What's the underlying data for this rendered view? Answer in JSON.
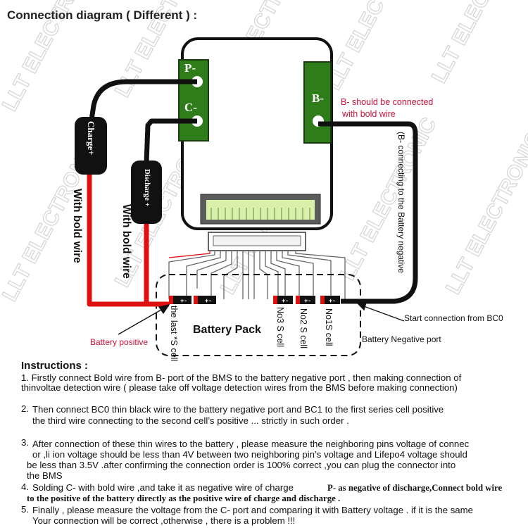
{
  "title": "Connection diagram ( Different ) :",
  "watermark": "LLT ELECTRONIC",
  "bms": {
    "pin_p": "P-",
    "pin_c": "C-",
    "pin_b": "B-"
  },
  "labels": {
    "b_note_line1": "B- should be connected",
    "b_note_line2": "with bold wire",
    "b_connect_vertical": "(B- connecting to the Battery negative",
    "charge_fuse": "Charge+",
    "discharge_fuse": "Discharge +",
    "bold_wire_1": "With bold wire",
    "bold_wire_2": "With bold wire",
    "battery_pack": "Battery Pack",
    "battery_positive": "Battery positive",
    "battery_negative_port": "Battery Negative port",
    "start_connection": "Start connection from BC0",
    "cell_last": "the last *S cell",
    "cell_no3": "No3 S cell",
    "cell_no2": "No2 S cell",
    "cell_no1": "No1S cell",
    "plus_sign": "+",
    "minus_sign": "-"
  },
  "colors": {
    "red_wire": "#e01010",
    "black_wire": "#111111",
    "pin_green": "#2e7d1a",
    "note_red": "#d0103a"
  },
  "instructions": {
    "heading": "Instructions :",
    "i1_l1": "  1.  Firstly connect Bold wire from B- port of the BMS to the battery negative port , then making connection of",
    "i1_l2": "thinvoltae detection wire ( please take off voltage detection wires from the BMS before making connection)",
    "i2_num": "2.",
    "i2_l1": "Then connect BC0 thin black wire to the battery negative port and BC1 to the first series cell positive",
    "i2_l2": "the third wire connecting to the second cell’s positive ... strictly in such order .",
    "i3_num": "3.",
    "i3_l1": "After connection of these thin wires to the battery , please measure the neighboring pins voltage of  connec",
    "i3_l2": "or  ,li ion voltage should be less than 4V between two neighboring pin’s voltage and Lifepo4 voltage should",
    "i3_l3": "be less than 3.5V .after confirming the connection order is 100% correct ,you can plug the connector into",
    "i3_l4": "the BMS",
    "i4_num": "4.",
    "i4_l1a": "Solding C- with bold wire ,and take it as negative wire of charge",
    "i4_l1b": "P- as negative of discharge,Connect bold wire",
    "i4_l2": "to the positive of the battery directly as the positive wire of charge and discharge .",
    "i5_num": "5.",
    "i5_l1": "Finally , please measure the voltage from the C- port and comparing it with Battery voltage . if it is the same",
    "i5_l2": "Your connection will be correct ,otherwise , there is a problem !!!"
  }
}
